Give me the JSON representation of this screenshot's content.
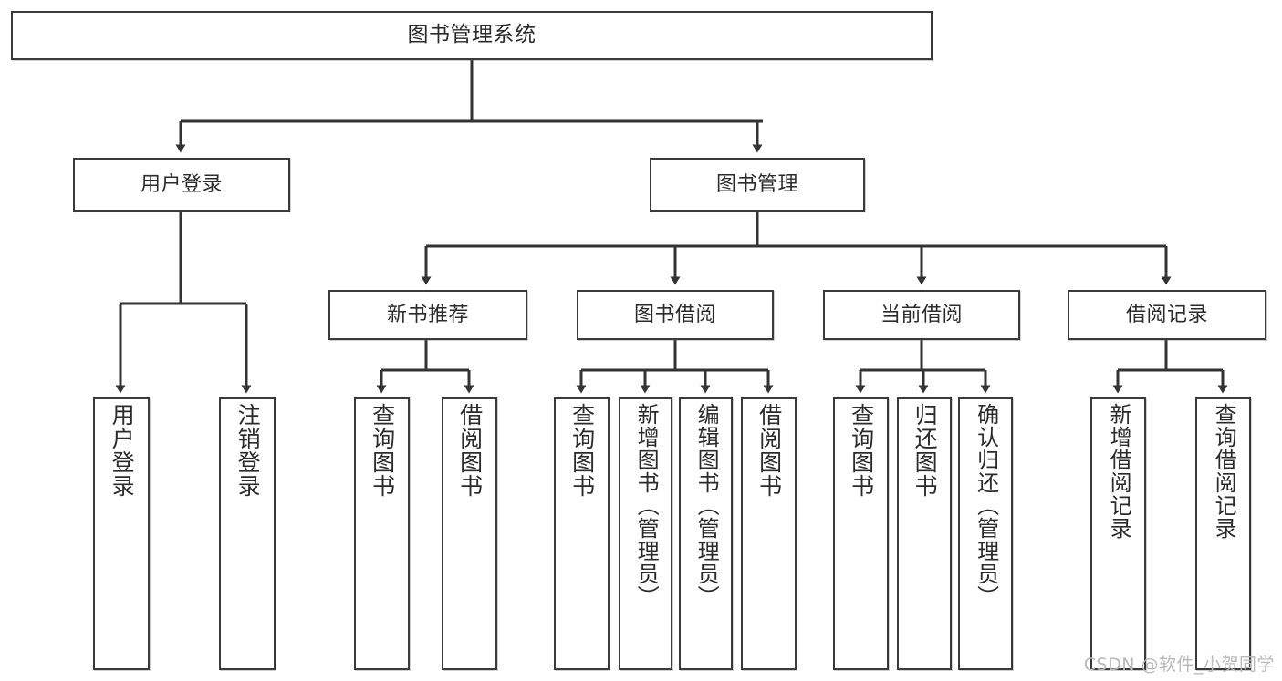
{
  "diagram": {
    "title": "图书管理系统",
    "type": "tree-hierarchy-chart",
    "colors": {
      "background": "#ffffff",
      "box_border": "#3a3a3a",
      "box_fill": "#ffffff",
      "text": "#2b2b2b",
      "edge": "#333333",
      "watermark": "#b9b9b9"
    },
    "root": {
      "id": "root",
      "label": "图书管理系统"
    },
    "level1": [
      {
        "id": "user-login",
        "label": "用户登录"
      },
      {
        "id": "book-manage",
        "label": "图书管理"
      }
    ],
    "level2": [
      {
        "id": "new-book-recommend",
        "label": "新书推荐",
        "parent": "book-manage"
      },
      {
        "id": "book-borrow",
        "label": "图书借阅",
        "parent": "book-manage"
      },
      {
        "id": "current-borrow",
        "label": "当前借阅",
        "parent": "book-manage"
      },
      {
        "id": "borrow-record",
        "label": "借阅记录",
        "parent": "book-manage"
      }
    ],
    "leaves": [
      {
        "id": "leaf-user-login",
        "label": "用户登录",
        "parent": "user-login"
      },
      {
        "id": "leaf-user-logout",
        "label": "注销登录",
        "parent": "user-login"
      },
      {
        "id": "leaf-query-book-1",
        "label": "查询图书",
        "parent": "new-book-recommend"
      },
      {
        "id": "leaf-borrow-book-1",
        "label": "借阅图书",
        "parent": "new-book-recommend"
      },
      {
        "id": "leaf-query-book-2",
        "label": "查询图书",
        "parent": "book-borrow"
      },
      {
        "id": "leaf-add-book",
        "label": "新增图书（管理员）",
        "parent": "book-borrow"
      },
      {
        "id": "leaf-edit-book",
        "label": "编辑图书（管理员）",
        "parent": "book-borrow"
      },
      {
        "id": "leaf-borrow-book-2",
        "label": "借阅图书",
        "parent": "book-borrow"
      },
      {
        "id": "leaf-query-book-3",
        "label": "查询图书",
        "parent": "current-borrow"
      },
      {
        "id": "leaf-return-book",
        "label": "归还图书",
        "parent": "current-borrow"
      },
      {
        "id": "leaf-confirm-return",
        "label": "确认归还（管理员）",
        "parent": "current-borrow"
      },
      {
        "id": "leaf-add-record",
        "label": "新增借阅记录",
        "parent": "borrow-record"
      },
      {
        "id": "leaf-query-record",
        "label": "查询借阅记录",
        "parent": "borrow-record"
      }
    ],
    "watermark": "CSDN @软件_小贺同学"
  }
}
